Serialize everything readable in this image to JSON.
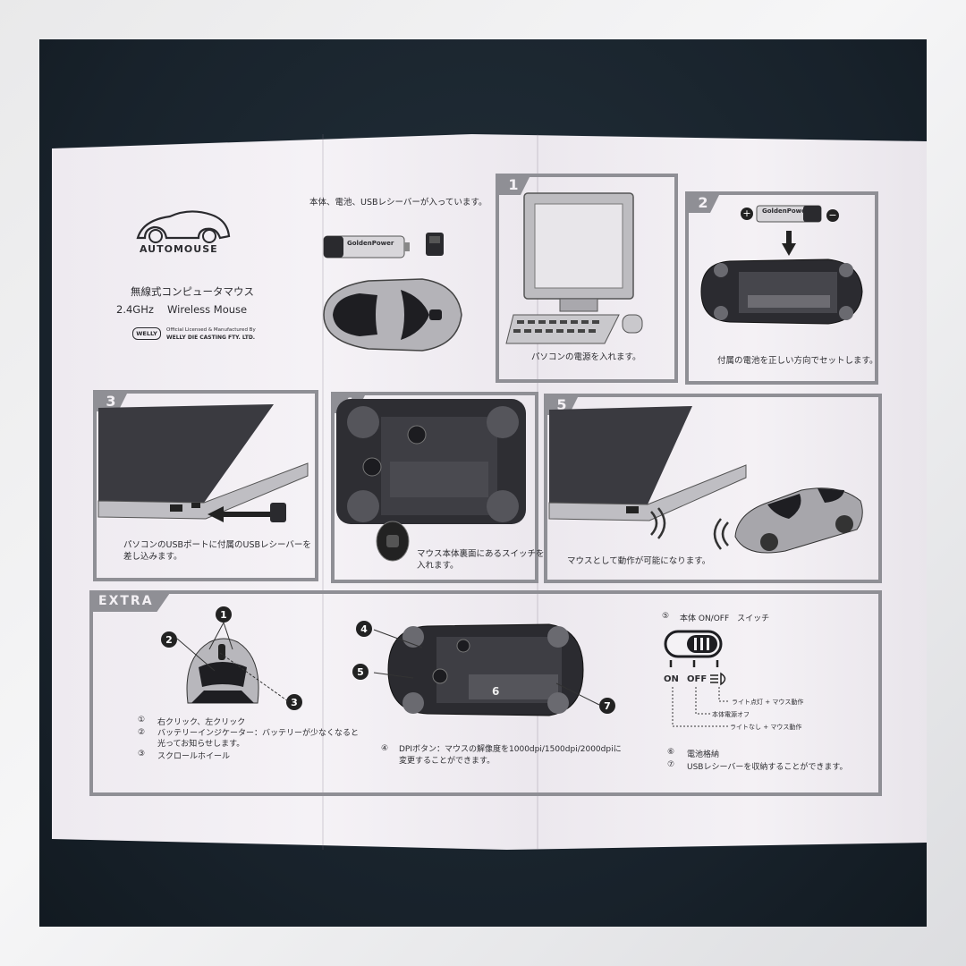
{
  "brand": {
    "logo_text": "AUTOMOUSE",
    "product_jp": "無線式コンピュータマウス",
    "product_en": "2.4GHz　 Wireless Mouse",
    "welly_badge": "WELLY",
    "license_line1": "Official Licensed & Manufactured By",
    "license_line2": "WELLY DIE CASTING FTY. LTD."
  },
  "contents": {
    "caption": "本体、電池、USBレシーバーが入っています。",
    "battery_label": "GoldenPower"
  },
  "steps": [
    {
      "number": "1",
      "caption": "パソコンの電源を入れます。"
    },
    {
      "number": "2",
      "caption": "付属の電池を正しい方向でセットします。",
      "battery_label": "GoldenPower",
      "plus": "+",
      "minus": "−"
    },
    {
      "number": "3",
      "caption": "パソコンのUSBポートに付属のUSBレシーバーを\n差し込みます。"
    },
    {
      "number": "4",
      "caption": "マウス本体裏面にあるスイッチを\n入れます。"
    },
    {
      "number": "5",
      "caption": "マウスとして動作が可能になります。"
    }
  ],
  "extra": {
    "tag": "EXTRA",
    "left_list": [
      {
        "num": "①",
        "text": "右クリック、左クリック"
      },
      {
        "num": "②",
        "text": "バッテリーインジケーター：バッテリーが少なくなると\n光ってお知らせします。"
      },
      {
        "num": "③",
        "text": "スクロールホイール"
      }
    ],
    "left_callouts": [
      "1",
      "2",
      "3"
    ],
    "middle_callouts": [
      "4",
      "5",
      "6",
      "7"
    ],
    "middle_note_num": "④",
    "middle_note": "DPIボタン：マウスの解像度を1000dpi/1500dpi/2000dpiに\n変更することができます。",
    "switch_title_num": "⑤",
    "switch_title": "本体 ON/OFF　スイッチ",
    "switch_on": "ON",
    "switch_off": "OFF",
    "switch_notes": [
      "ライト点灯 + マウス動作",
      "本体電源オフ",
      "ライトなし + マウス動作"
    ],
    "right_list": [
      {
        "num": "⑥",
        "text": "電池格納"
      },
      {
        "num": "⑦",
        "text": "USBレシーバーを収納することができます。"
      }
    ]
  }
}
